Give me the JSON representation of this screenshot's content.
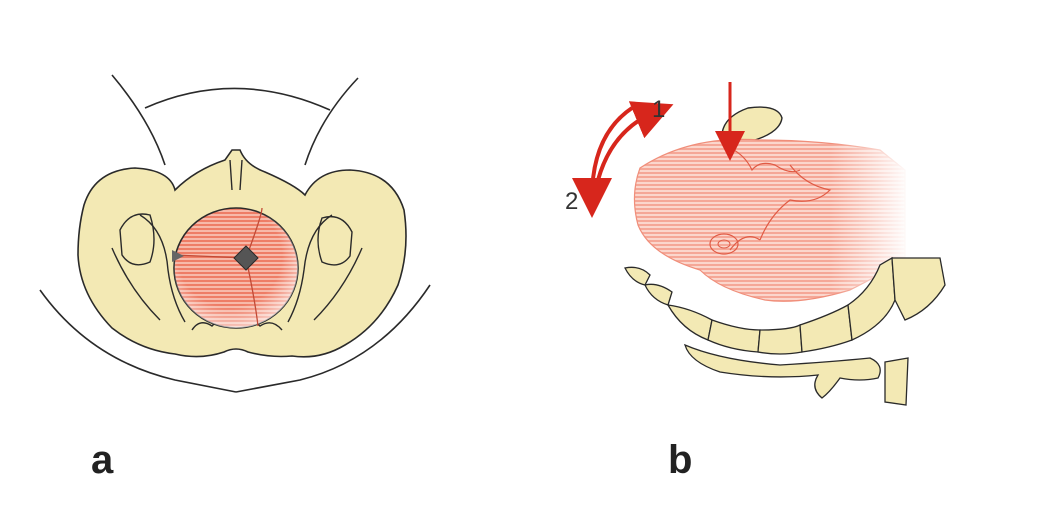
{
  "panels": [
    {
      "label": "a"
    },
    {
      "label": "b"
    }
  ],
  "arrows": [
    {
      "number": "1"
    },
    {
      "number": "2"
    }
  ],
  "colors": {
    "bone": "#f3e9b4",
    "outline": "#2a2a2a",
    "head": "#f08e7a",
    "head_light": "#f7b4a6",
    "arrow": "#d7261c",
    "fontanelle": "#555555"
  }
}
